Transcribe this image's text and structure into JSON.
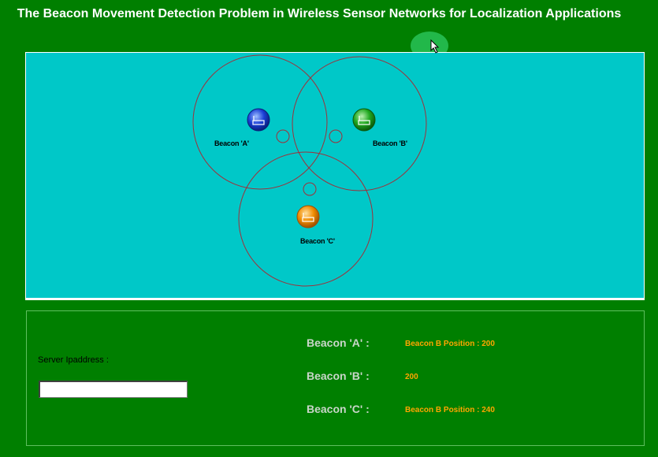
{
  "title": "The Beacon Movement Detection Problem in Wireless Sensor Networks for Localization Applications",
  "colors": {
    "background": "#007f00",
    "canvas": "#00c8c8",
    "circle_stroke": "#a0303a",
    "beacon_a": "#1a3fd6",
    "beacon_b": "#1fa81f",
    "beacon_c": "#f08c00",
    "value_text": "#ffa500"
  },
  "canvas": {
    "beacons": [
      {
        "label": "Beacon 'A'",
        "icon": "router-icon-blue"
      },
      {
        "label": "Beacon 'B'",
        "icon": "router-icon-green"
      },
      {
        "label": "Beacon 'C'",
        "icon": "router-icon-orange"
      }
    ]
  },
  "panel": {
    "server_label": "Server Ipaddress :",
    "server_value": "",
    "rows": [
      {
        "label": "Beacon 'A' :",
        "value": "Beacon B Position : 200"
      },
      {
        "label": "Beacon 'B' :",
        "value": "200"
      },
      {
        "label": "Beacon 'C' :",
        "value": "Beacon B Position : 240"
      }
    ]
  }
}
